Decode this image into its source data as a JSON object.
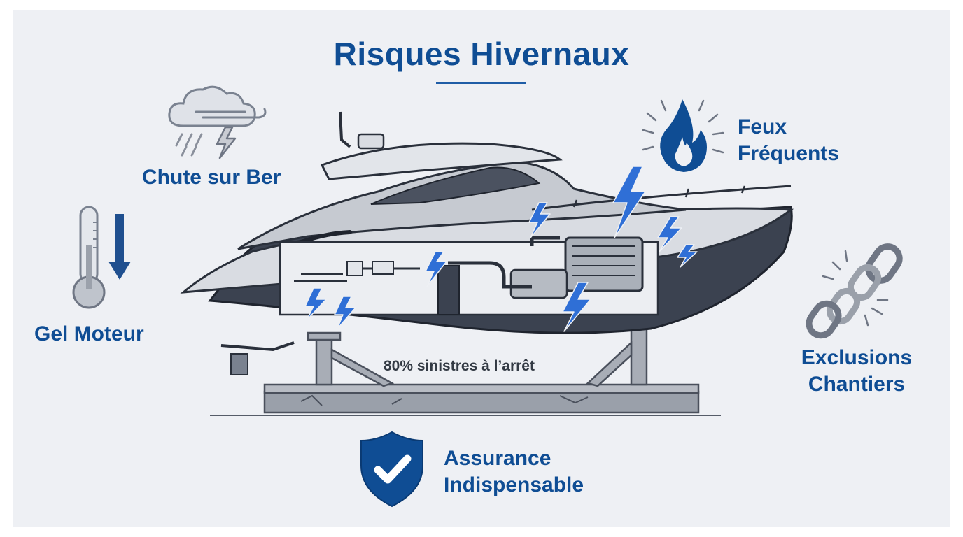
{
  "title": "Risques Hivernaux",
  "risks": {
    "fall": "Chute sur Ber",
    "freeze": "Gel Moteur",
    "fire_line1": "Feux",
    "fire_line2": "Fréquents",
    "exclusions_line1": "Exclusions",
    "exclusions_line2": "Chantiers"
  },
  "stat": "80% sinistres à l’arrêt",
  "conclusion": {
    "line1": "Assurance",
    "line2": "Indispensable"
  },
  "icons": {
    "weather": "storm-cloud-icon",
    "freeze": "thermometer-down-icon",
    "fire": "flame-icon",
    "exclusions": "broken-chain-icon",
    "insurance": "shield-check-icon"
  },
  "colors": {
    "accent": "#0f4d94",
    "spark": "#2f6fd6",
    "hull": "#3b4250"
  }
}
